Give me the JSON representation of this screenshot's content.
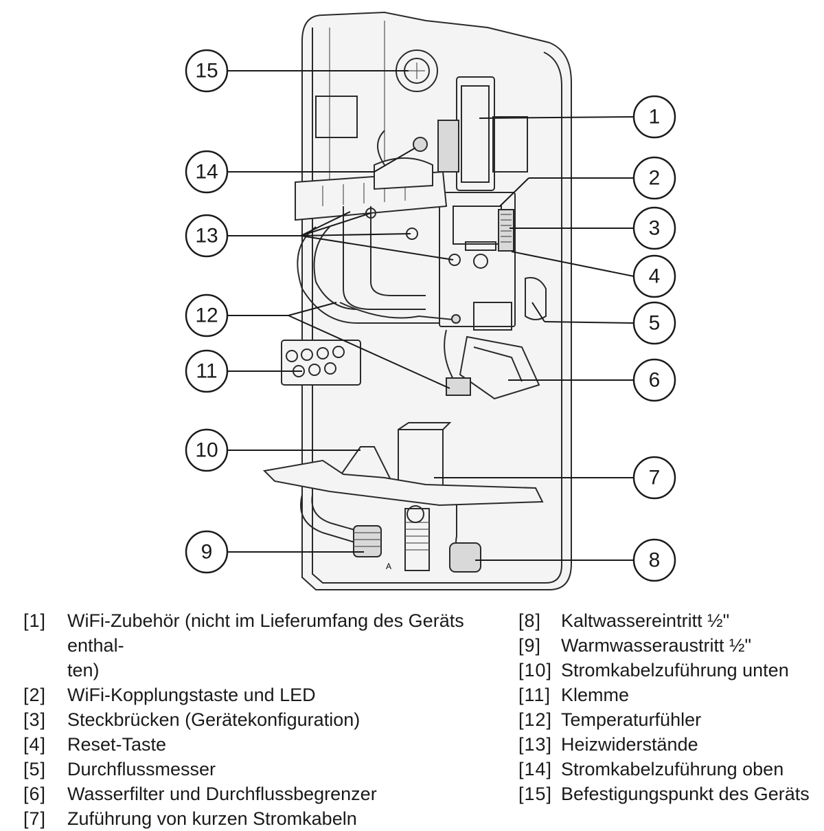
{
  "callouts": [
    "1",
    "2",
    "3",
    "4",
    "5",
    "6",
    "7",
    "8",
    "9",
    "10",
    "11",
    "12",
    "13",
    "14",
    "15"
  ],
  "legend_left": [
    {
      "num": "[1]",
      "text": "WiFi-Zubehör (nicht im Lieferumfang des Geräts enthal-",
      "cont": "ten)"
    },
    {
      "num": "[2]",
      "text": "WiFi-Kopplungstaste und LED"
    },
    {
      "num": "[3]",
      "text": "Steckbrücken (Gerätekonfiguration)"
    },
    {
      "num": "[4]",
      "text": "Reset-Taste"
    },
    {
      "num": "[5]",
      "text": "Durchflussmesser"
    },
    {
      "num": "[6]",
      "text": "Wasserfilter und Durchflussbegrenzer"
    },
    {
      "num": "[7]",
      "text": "Zuführung von kurzen Stromkabeln"
    }
  ],
  "legend_right": [
    {
      "num": "[8]",
      "text": "Kaltwassereintritt ½\""
    },
    {
      "num": "[9]",
      "text": "Warmwasseraustritt ½\""
    },
    {
      "num": "[10]",
      "text": "Stromkabelzuführung unten"
    },
    {
      "num": "[11]",
      "text": "Klemme"
    },
    {
      "num": "[12]",
      "text": "Temperaturfühler"
    },
    {
      "num": "[13]",
      "text": "Heizwiderstände"
    },
    {
      "num": "[14]",
      "text": "Stromkabelzuführung oben"
    },
    {
      "num": "[15]",
      "text": "Befestigungspunkt des Geräts"
    }
  ],
  "fitting_label": "A",
  "colors": {
    "line": "#1a1a1a",
    "background": "#ffffff"
  }
}
